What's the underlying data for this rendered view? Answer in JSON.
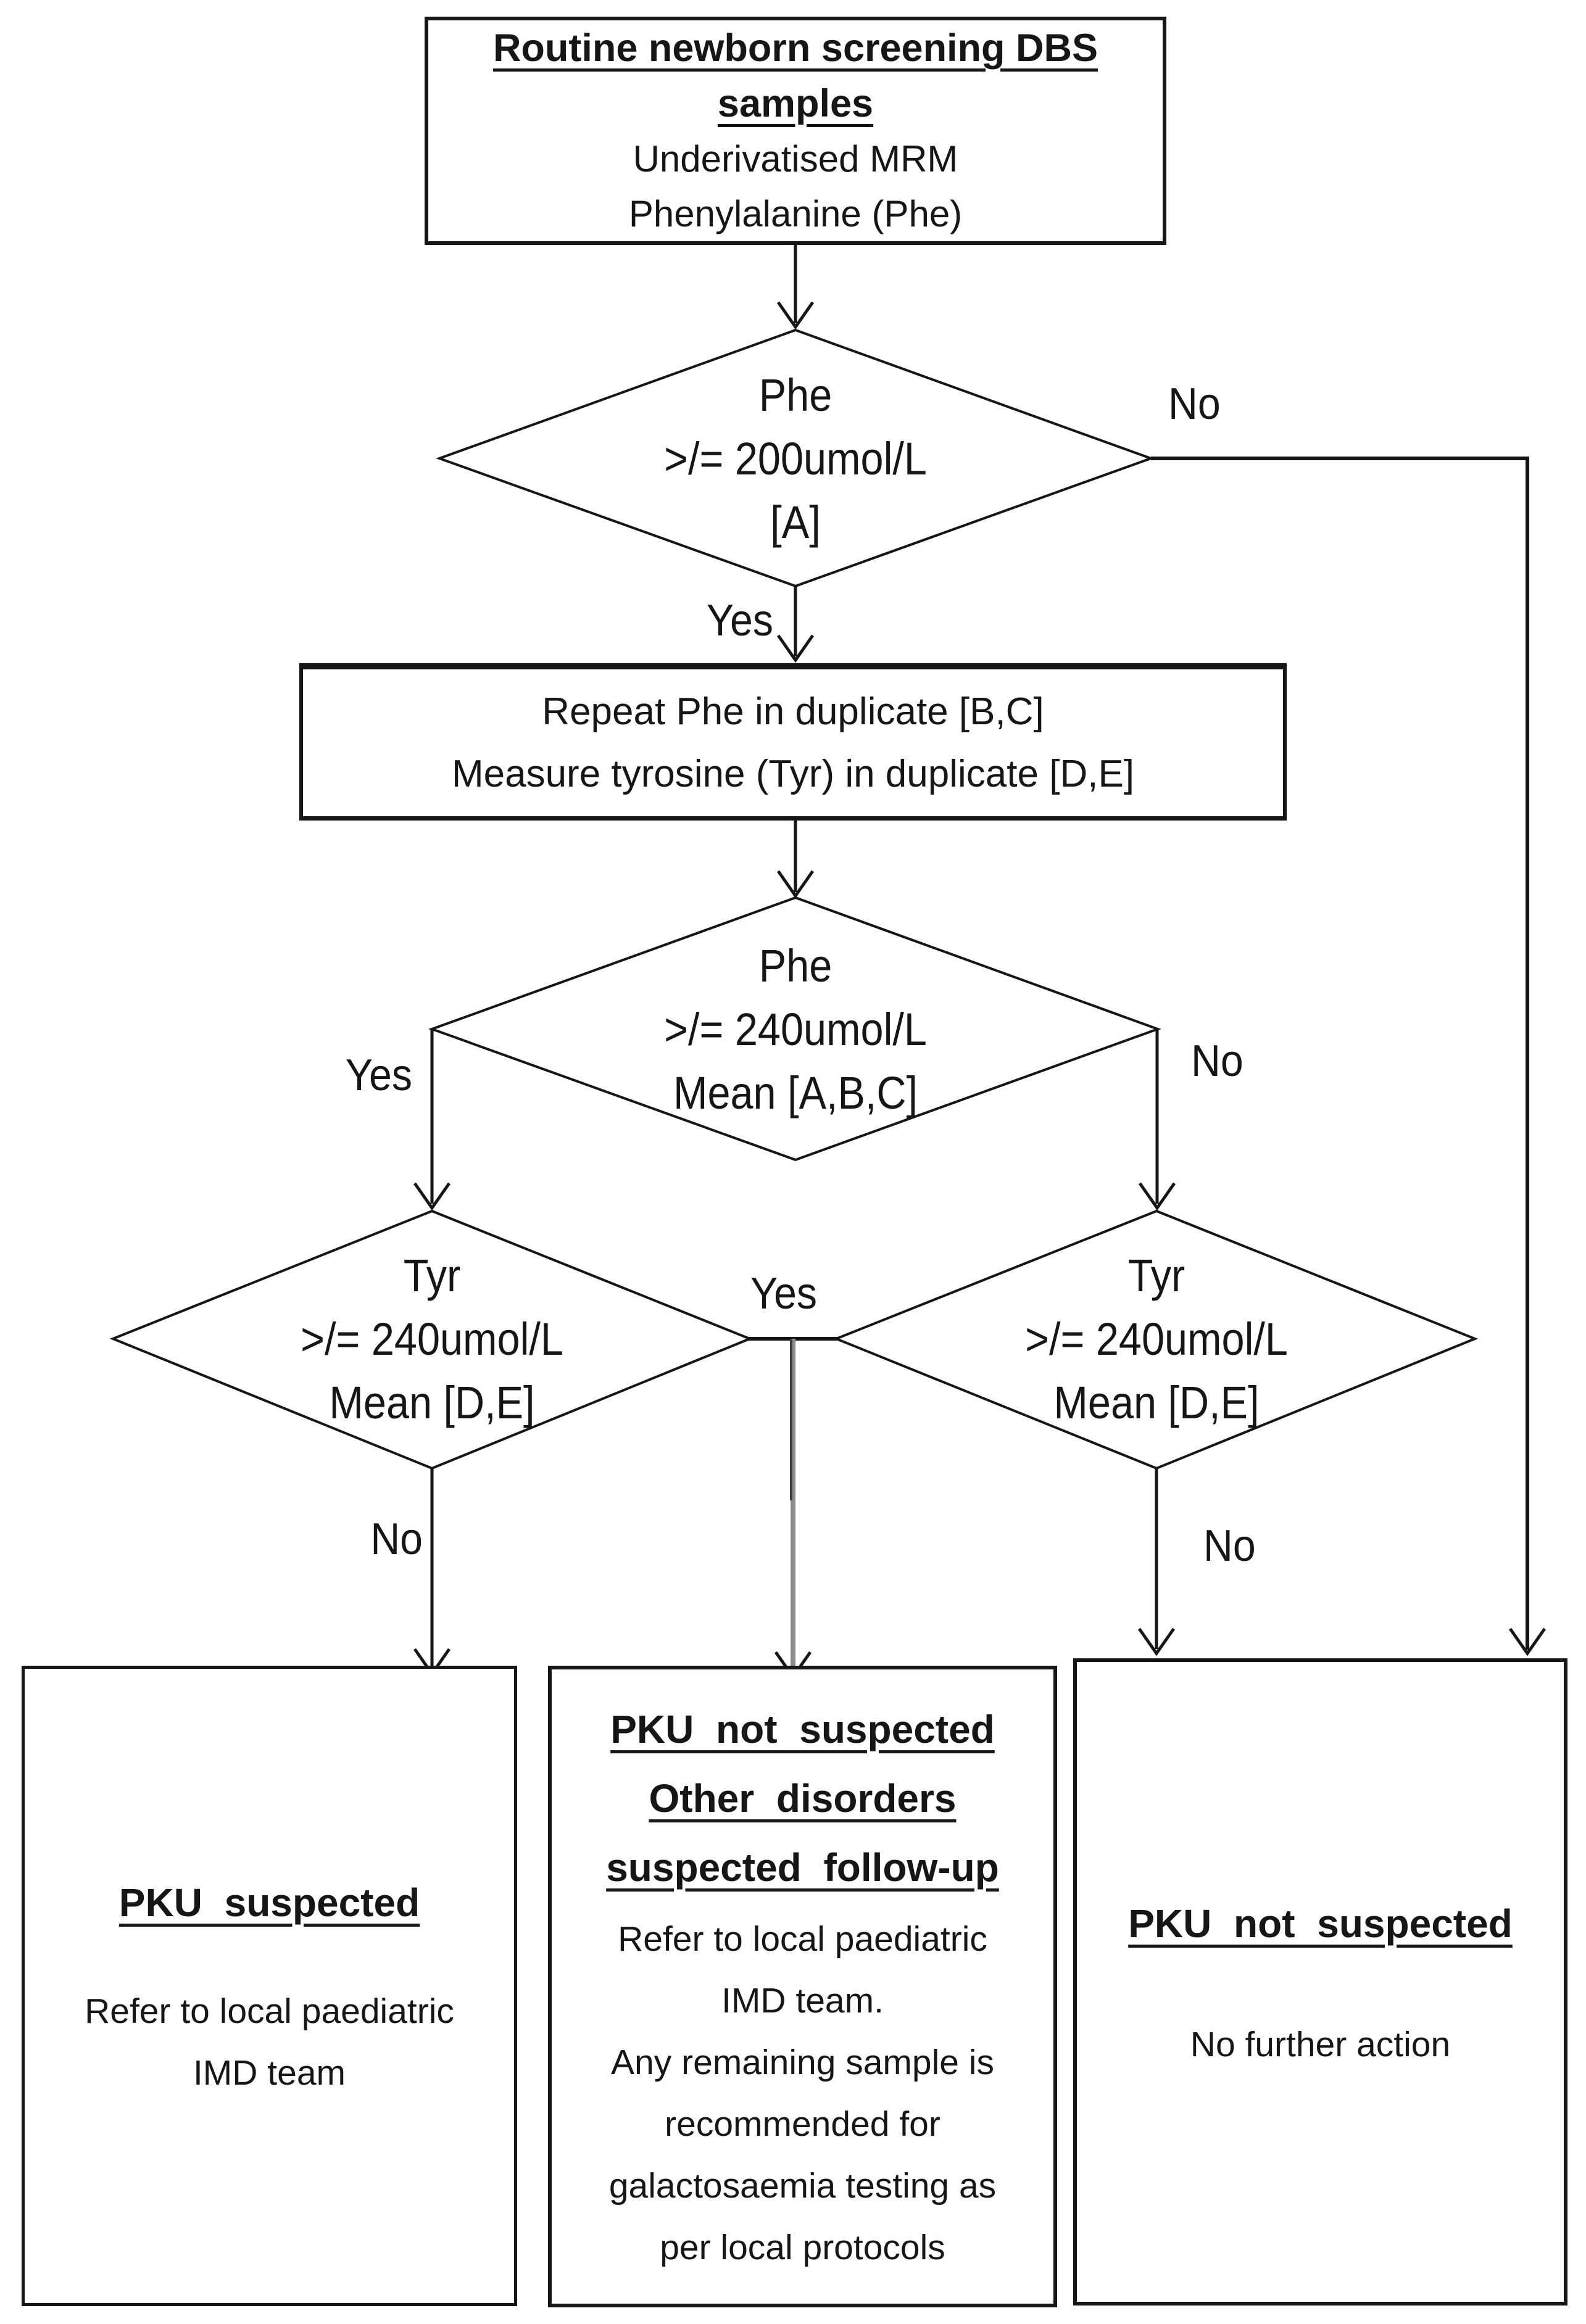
{
  "colors": {
    "line": "#161616",
    "gray_line": "#8e8e8e",
    "gray_line_dark": "#3f3f3f",
    "background": "#ffffff",
    "text": "#161616"
  },
  "start_box": {
    "heading_lines": [
      "Routine newborn screening DBS",
      "samples"
    ],
    "body_lines": [
      "Underivatised MRM",
      "Phenylalanine (Phe)"
    ]
  },
  "process_box": {
    "lines": [
      "Repeat Phe in duplicate [B,C]",
      "Measure tyrosine (Tyr) in duplicate [D,E]"
    ]
  },
  "decisions": {
    "phe200": {
      "lines": [
        "Phe",
        ">/= 200umol/L",
        "[A]"
      ]
    },
    "phe240": {
      "lines": [
        "Phe",
        ">/= 240umol/L",
        "Mean [A,B,C]"
      ]
    },
    "tyr_left": {
      "lines": [
        "Tyr",
        ">/= 240umol/L",
        "Mean [D,E]"
      ]
    },
    "tyr_right": {
      "lines": [
        "Tyr",
        ">/= 240umol/L",
        "Mean [D,E]"
      ]
    }
  },
  "edge_labels": {
    "phe200_no": "No",
    "phe200_yes": "Yes",
    "phe240_yes": "Yes",
    "phe240_no": "No",
    "tyr_yes": "Yes",
    "tyr_left_no": "No",
    "tyr_right_no": "No"
  },
  "outcomes": {
    "pku_suspected": {
      "heading_lines": [
        "PKU suspected"
      ],
      "body_lines": [
        "Refer to local paediatric",
        "IMD team"
      ]
    },
    "other_disorders": {
      "heading_lines": [
        "PKU not suspected",
        "Other disorders",
        "suspected follow-up"
      ],
      "body_lines": [
        "Refer to local paediatric",
        "IMD team.",
        "Any remaining sample is",
        "recommended for",
        "galactosaemia testing as",
        "per local protocols"
      ]
    },
    "pku_not_suspected": {
      "heading_lines": [
        "PKU not suspected"
      ],
      "body_lines": [
        "No further action"
      ]
    }
  }
}
